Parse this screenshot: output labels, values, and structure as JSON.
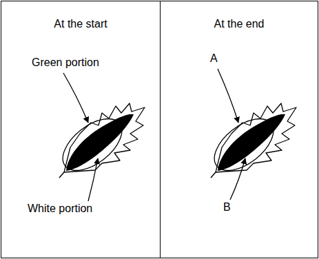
{
  "diagram": {
    "nodes": [
      {
        "text": [
          "At the start"
        ]
      },
      {
        "text": [
          "At the end"
        ]
      }
    ],
    "labels": [
      "Green portion",
      "White portion",
      "A",
      "B"
    ]
  }
}
